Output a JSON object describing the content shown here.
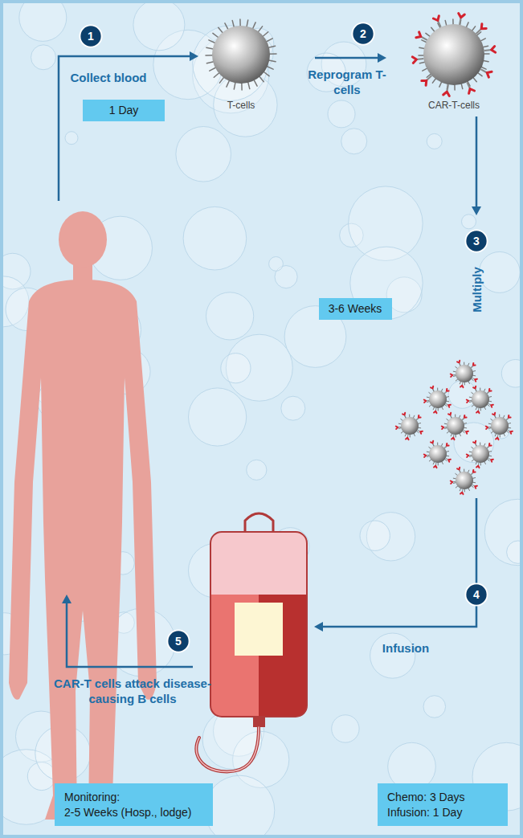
{
  "diagram": {
    "nodes": [
      {
        "text": [
          "1"
        ]
      },
      {
        "text": [
          "1 Day"
        ]
      },
      {
        "text": [
          "2"
        ]
      },
      {
        "text": [
          "3"
        ]
      },
      {
        "text": [
          "3-6 Weeks"
        ]
      },
      {
        "text": [
          "4"
        ]
      },
      {
        "text": [
          "5"
        ]
      },
      {
        "text": [
          "Monitoring:",
          "2-5 Weeks (Hosp., lodge)"
        ]
      },
      {
        "text": [
          "Chemo: 3 Days",
          "Infusion: 1 Day"
        ]
      }
    ],
    "labels": [
      "Collect blood",
      "T-cells",
      "Reprogram T-cells",
      "CAR-T-cells",
      "Multiply",
      "Infusion",
      "CAR-T cells attack disease-causing B cells"
    ]
  }
}
